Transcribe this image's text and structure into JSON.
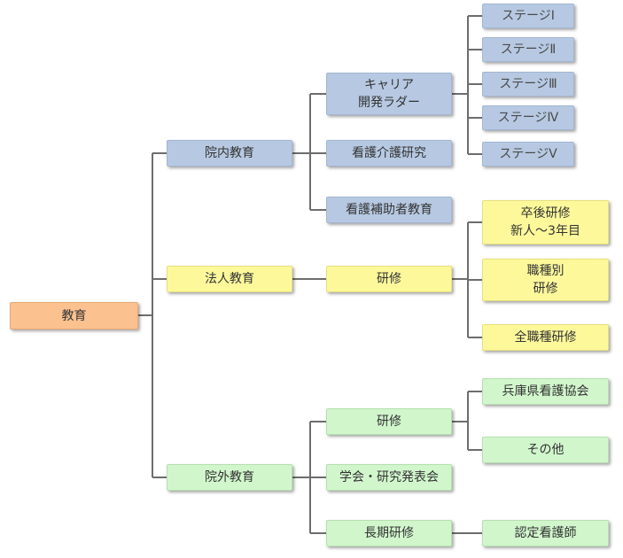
{
  "root": {
    "label": "教育"
  },
  "in_hospital": {
    "label": "院内教育",
    "career": {
      "label": "キャリア\n開発ラダー"
    },
    "stages": [
      "ステージⅠ",
      "ステージⅡ",
      "ステージⅢ",
      "ステージⅣ",
      "ステージⅤ"
    ],
    "nursing_research": {
      "label": "看護介護研究"
    },
    "assistant_education": {
      "label": "看護補助者教育"
    }
  },
  "corporate": {
    "label": "法人教育",
    "training": {
      "label": "研修"
    },
    "children": [
      "卒後研修\n新人～3年目",
      "職種別\n研修",
      "全職種研修"
    ]
  },
  "external": {
    "label": "院外教育",
    "training": {
      "label": "研修"
    },
    "training_children": [
      "兵庫県看護協会",
      "その他"
    ],
    "conference": {
      "label": "学会・研究発表会"
    },
    "long_term": {
      "label": "長期研修"
    },
    "certified": {
      "label": "認定看護師"
    }
  },
  "colors": {
    "root": "#fbc18f",
    "in_hospital": "#b7c9e2",
    "corporate": "#fdf99b",
    "external": "#d1f6cc",
    "connector": "#6d6d6d"
  }
}
